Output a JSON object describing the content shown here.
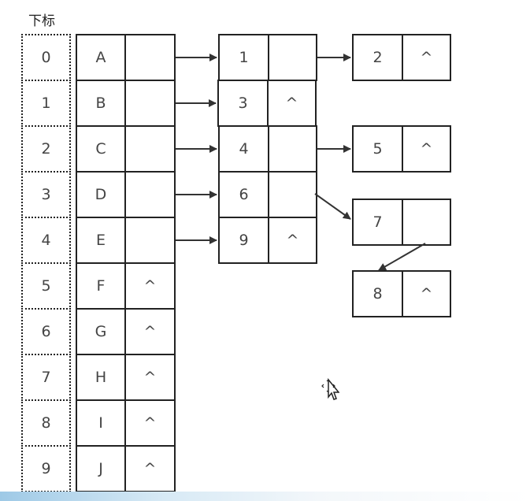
{
  "title": "下标",
  "vertices": [
    {
      "index": "0",
      "data": "A",
      "link": ""
    },
    {
      "index": "1",
      "data": "B",
      "link": ""
    },
    {
      "index": "2",
      "data": "C",
      "link": ""
    },
    {
      "index": "3",
      "data": "D",
      "link": ""
    },
    {
      "index": "4",
      "data": "E",
      "link": ""
    },
    {
      "index": "5",
      "data": "F",
      "link": "^"
    },
    {
      "index": "6",
      "data": "G",
      "link": "^"
    },
    {
      "index": "7",
      "data": "H",
      "link": "^"
    },
    {
      "index": "8",
      "data": "I",
      "link": "^"
    },
    {
      "index": "9",
      "data": "J",
      "link": "^"
    }
  ],
  "edge_nodes": [
    {
      "id": "n1",
      "value": "1",
      "next": ""
    },
    {
      "id": "n3",
      "value": "3",
      "next": "^"
    },
    {
      "id": "n4",
      "value": "4",
      "next": ""
    },
    {
      "id": "n6",
      "value": "6",
      "next": ""
    },
    {
      "id": "n9",
      "value": "9",
      "next": "^"
    },
    {
      "id": "n2",
      "value": "2",
      "next": "^"
    },
    {
      "id": "n5",
      "value": "5",
      "next": "^"
    },
    {
      "id": "n7",
      "value": "7",
      "next": ""
    },
    {
      "id": "n8",
      "value": "8",
      "next": "^"
    }
  ],
  "links": [
    {
      "from": "v0",
      "to": "n1"
    },
    {
      "from": "v1",
      "to": "n3"
    },
    {
      "from": "v2",
      "to": "n4"
    },
    {
      "from": "v3",
      "to": "n6"
    },
    {
      "from": "v4",
      "to": "n9"
    },
    {
      "from": "n1",
      "to": "n2"
    },
    {
      "from": "n4",
      "to": "n5"
    },
    {
      "from": "n6",
      "to": "n7"
    },
    {
      "from": "n7",
      "to": "n8"
    }
  ]
}
